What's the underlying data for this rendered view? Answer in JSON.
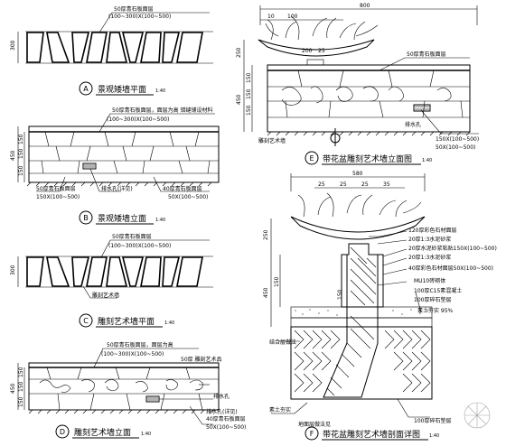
{
  "views": {
    "a": {
      "letter": "A",
      "caption": "景观矮墙平面",
      "scale": "1:40",
      "callout_1": "50厚青石板面层",
      "callout_2": "(100~300)X(100~500)",
      "dim_h": "300"
    },
    "b": {
      "letter": "B",
      "caption": "景观矮墙立面",
      "scale": "1:40",
      "callout_1": "50厚青石板面层，面层为高  错缝铺设材料",
      "callout_2": "(100~300)X(100~500)",
      "callout_3": "50厚青石板面层",
      "callout_4": "150X(100~500)",
      "callout_5": "40厚青石板面层",
      "callout_6": "50X(100~500)",
      "callout_7": "排水孔(详见)",
      "dims": [
        "150",
        "150",
        "150",
        "450"
      ]
    },
    "c": {
      "letter": "C",
      "caption": "雕刻艺术墙平面",
      "scale": "1:40",
      "callout_1": "50厚青石板面层",
      "callout_2": "(100~300)X(100~500)",
      "callout_3": "雕刻艺术墙",
      "dim_h": "300"
    },
    "d": {
      "letter": "D",
      "caption": "雕刻艺术墙立面",
      "scale": "1:40",
      "callout_1": "50厚青石板面层，面层为高",
      "callout_2": "(100~300)X(100~500)",
      "callout_3": "50厚 雕刻艺术品",
      "callout_4": "排水孔",
      "callout_5": "40厚青石板面层",
      "callout_6": "50X(100~500)",
      "callout_7": "排水孔(详见)",
      "dims": [
        "150",
        "150",
        "150",
        "450"
      ]
    },
    "e": {
      "letter": "E",
      "caption": "带花盆雕刻艺术墙立面图",
      "scale": "1:40",
      "dims_top": [
        "800",
        "10",
        "100",
        "200",
        "25"
      ],
      "dims_left": [
        "250",
        "450",
        "150",
        "150",
        "150"
      ],
      "callout_1": "50厚青石板面层",
      "callout_2": "150X(100~500)",
      "callout_3": "50X(100~500)",
      "callout_4": "雕刻艺术墙",
      "callout_5": "排水孔"
    },
    "f": {
      "letter": "F",
      "caption": "带花盆雕刻艺术墙剖面详图",
      "scale": "1:40",
      "dims_top": [
        "580",
        "25",
        "25",
        "25",
        "35"
      ],
      "dims_left": [
        "250",
        "450",
        "150"
      ],
      "layers": [
        "120厚彩色石材面层",
        "20厚1:3水泥砂浆",
        "20厚水泥砂浆粘贴150X(100~500)",
        "20厚1:3水泥砂浆",
        "40厚彩色石材面层50X(100~500)",
        "MU10砖砌体",
        "100厚C15素混凝土",
        "100厚碎石垫层",
        "素土夯实 95%",
        "100厚碎石垫层"
      ],
      "left_note_1": "结合层做法",
      "left_note_2": "素土夯实",
      "bottom_note": "地面层做法见",
      "dim_150": "150"
    }
  }
}
